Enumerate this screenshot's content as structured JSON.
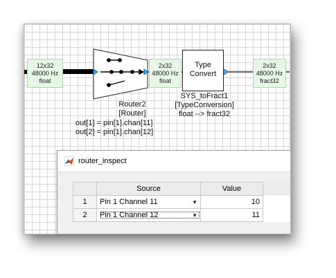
{
  "diagram": {
    "input_signal": {
      "line1": "12x32",
      "line2": "48000 Hz",
      "line3": "float"
    },
    "router_block": {
      "name": "Router2",
      "type": "[Router]",
      "map1": "out[1] = pin[1].chan[11]",
      "map2": "out[2] = pin[1].chan[12]"
    },
    "router_out_signal": {
      "line1": "2x32",
      "line2": "48000 Hz",
      "line3": "float"
    },
    "type_block": {
      "text1": "Type",
      "text2": "Convert",
      "name": "SYS_toFract1",
      "type": "[TypeConversion]",
      "desc": "float --> fract32"
    },
    "output_signal": {
      "line1": "2x32",
      "line2": "48000 Hz",
      "line3": "fract32"
    }
  },
  "inspector": {
    "title": "router_inspect",
    "columns": {
      "source": "Source",
      "value": "Value"
    },
    "rows": [
      {
        "index": "1",
        "source": "Pin 1 Channel 11",
        "value": "10"
      },
      {
        "index": "2",
        "source": "Pin 1 Channel 12",
        "value": "11"
      }
    ]
  },
  "colors": {
    "signal_box": "#e6f7e6",
    "port": "#1f8fd6",
    "grid": "#d6d6d6"
  }
}
